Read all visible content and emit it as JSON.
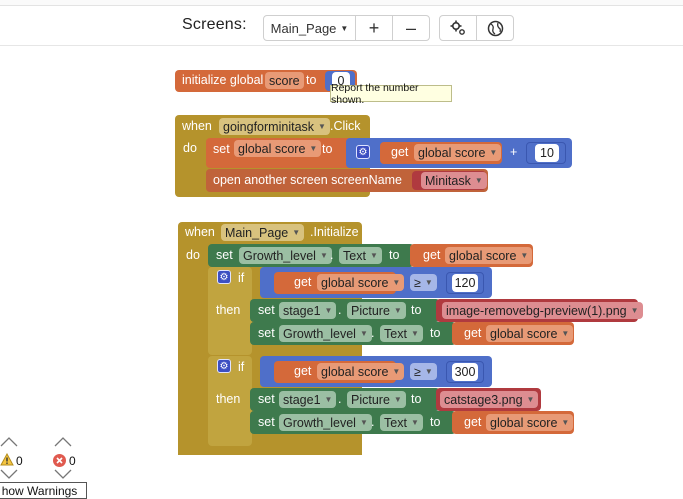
{
  "toolbar": {
    "screens_label": "Screens:",
    "screen_select": "Main_Page",
    "add_screen": "+",
    "remove_screen": "–",
    "components_icon": "cog-components-icon",
    "globe_icon": "globe-icon"
  },
  "blocks": {
    "init": {
      "label": "initialize global",
      "var": "score",
      "to": "to",
      "value": "0"
    },
    "tooltip": "Report the number shown.",
    "click": {
      "when": "when",
      "component": "goingforminitask",
      "event": ".Click",
      "do": "do",
      "set": "set",
      "var": "global score",
      "to": "to",
      "get": "get",
      "get_var": "global score",
      "op": "+",
      "amount": "10",
      "open_screen": "open another screen  screenName",
      "screen_value": "Minitask"
    },
    "initialize": {
      "when": "when",
      "component": "Main_Page",
      "event": ".Initialize",
      "do": "do",
      "set1": {
        "set": "set",
        "comp": "Growth_level",
        "prop": "Text",
        "to": "to",
        "get": "get",
        "var": "global score"
      },
      "if1": {
        "if": "if",
        "get": "get",
        "var": "global score",
        "op": "≥",
        "value": "120",
        "then": "then",
        "set_a": {
          "set": "set",
          "comp": "stage1",
          "prop": "Picture",
          "to": "to",
          "value": "image-removebg-preview(1).png"
        },
        "set_b": {
          "set": "set",
          "comp": "Growth_level",
          "prop": "Text",
          "to": "to",
          "get": "get",
          "var": "global score"
        }
      },
      "if2": {
        "if": "if",
        "get": "get",
        "var": "global score",
        "op": "≥",
        "value": "300",
        "then": "then",
        "set_a": {
          "set": "set",
          "comp": "stage1",
          "prop": "Picture",
          "to": "to",
          "value": "catstage3.png"
        },
        "set_b": {
          "set": "set",
          "comp": "Growth_level",
          "prop": "Text",
          "to": "to",
          "get": "get",
          "var": "global score"
        }
      }
    }
  },
  "warnings": {
    "warning_count": "0",
    "error_count": "0",
    "button": "how Warnings"
  }
}
